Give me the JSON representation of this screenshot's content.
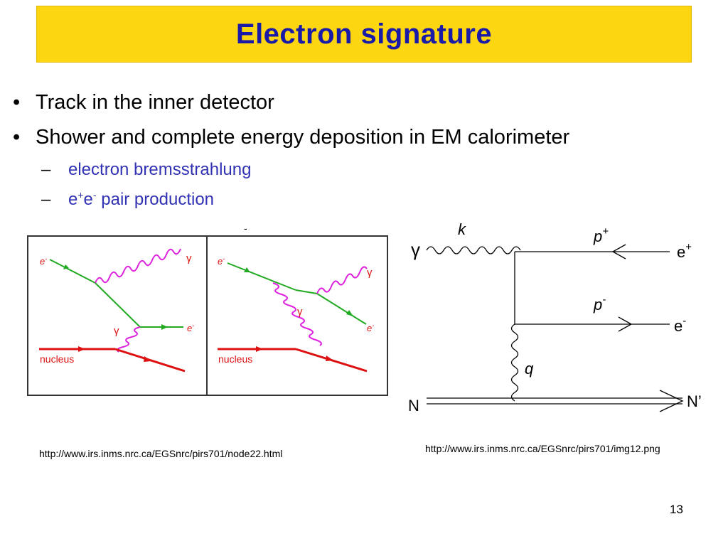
{
  "slide": {
    "title": "Electron signature",
    "bullets": [
      "Track in the inner detector",
      "Shower and complete energy deposition in EM calorimeter"
    ],
    "subbullets": {
      "brems": "electron bremsstrahlung",
      "pair_e1": "e",
      "pair_plus": "+",
      "pair_e2": "e",
      "pair_minus": "-",
      "pair_rest": " pair production"
    },
    "url_left": "http://www.irs.inms.nrc.ca/EGSnrc/pirs701/node22.html",
    "url_right": "http://www.irs.inms.nrc.ca/EGSnrc/pirs701/img12.png",
    "page_number": "13"
  },
  "left_figure": {
    "left_panel": {
      "electron_in": "e",
      "electron_in_sup": "-",
      "photon_out": "γ",
      "virtual_photon": "γ",
      "electron_out": "e",
      "electron_out_sup": "-",
      "nucleus": "nucleus"
    },
    "right_panel": {
      "electron_in": "e",
      "electron_in_sup": "-",
      "photon_out": "γ",
      "virtual_photon": "γ",
      "electron_out": "e",
      "electron_out_sup": "-",
      "nucleus": "nucleus"
    },
    "top_mark": "-"
  },
  "right_figure": {
    "gamma": "γ",
    "k": "k",
    "p_plus": "p",
    "p_plus_sup": "+",
    "e_plus": "e",
    "e_plus_sup": "+",
    "p_minus": "p",
    "p_minus_sup": "-",
    "e_minus": "e",
    "e_minus_sup": "-",
    "q": "q",
    "N": "N",
    "N_prime": "N’"
  },
  "colors": {
    "title_bg": "#fdd612",
    "title_text": "#1a1aa8",
    "sub_text": "#3232b4",
    "electron": "#22aa22",
    "photon": "#dd22dd",
    "nucleus": "#dd1111",
    "label_red": "#dd1111"
  }
}
